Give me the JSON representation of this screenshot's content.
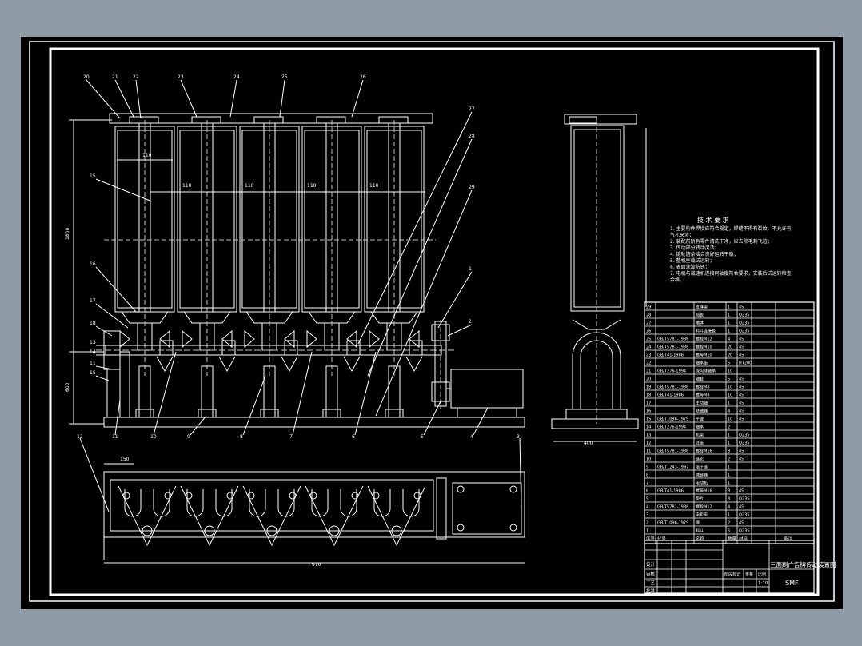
{
  "drawing": {
    "colors": {
      "outer_bg": "#8e9aa6",
      "sheet": "#000000",
      "line": "#ffffff",
      "center_line": "#bfbfbf"
    },
    "leader_labels_top": [
      "20",
      "21",
      "22",
      "23",
      "24",
      "25",
      "26"
    ],
    "leader_labels_right": [
      "27",
      "28",
      "29",
      "1",
      "2"
    ],
    "leader_labels_left": [
      "15",
      "16",
      "17",
      "18",
      "13",
      "14",
      "11",
      "15"
    ],
    "leader_labels_bottom": [
      "11",
      "10",
      "9",
      "8",
      "7",
      "6",
      "5",
      "4"
    ],
    "plan_labels": [
      "12",
      "3"
    ],
    "dimensions": {
      "height_left": "1800",
      "height_lower": "600",
      "pitch_label": "110",
      "width_bottom": "910",
      "plan_offset": "150",
      "side_width": "400"
    },
    "tech_requirements": {
      "title": "技 术 要 求",
      "lines": [
        "1. 主要构件焊接应符合规定，焊缝不得有裂纹、不允许有",
        "   气孔夹渣；",
        "2. 装配前所有零件清洗干净，应去除毛刺飞边；",
        "3. 传动部分转动灵活；",
        "4. 链轮链条啮合良好运转平稳；",
        "5. 整机空载试运转；",
        "6. 表面涂漆防锈；",
        "7. 电机与减速机连接同轴度符合要求，安装后试运转检查",
        "   合格。"
      ]
    },
    "bom": {
      "rows": [
        {
          "no": "29",
          "code": "",
          "name": "支撑架",
          "qty": "1",
          "mat": "45"
        },
        {
          "no": "28",
          "code": "",
          "name": "挡板",
          "qty": "1",
          "mat": "Q235"
        },
        {
          "no": "27",
          "code": "",
          "name": "槽体",
          "qty": "1",
          "mat": "Q235"
        },
        {
          "no": "26",
          "code": "",
          "name": "料斗连接板",
          "qty": "1",
          "mat": "Q235"
        },
        {
          "no": "25",
          "code": "GB/T5781-1986",
          "name": "螺栓M12",
          "qty": "4",
          "mat": "45"
        },
        {
          "no": "24",
          "code": "GB/T5781-1986",
          "name": "螺栓M10",
          "qty": "20",
          "mat": "45"
        },
        {
          "no": "23",
          "code": "GB/T41-1986",
          "name": "螺母M10",
          "qty": "20",
          "mat": "45"
        },
        {
          "no": "22",
          "code": "",
          "name": "轴承座",
          "qty": "5",
          "mat": "HT200"
        },
        {
          "no": "21",
          "code": "GB/T276-1994",
          "name": "深沟球轴承",
          "qty": "10",
          "mat": ""
        },
        {
          "no": "20",
          "code": "",
          "name": "轴套",
          "qty": "5",
          "mat": "45"
        },
        {
          "no": "19",
          "code": "GB/T5781-1986",
          "name": "螺栓M8",
          "qty": "10",
          "mat": "45"
        },
        {
          "no": "18",
          "code": "GB/T41-1986",
          "name": "螺母M8",
          "qty": "10",
          "mat": "45"
        },
        {
          "no": "17",
          "code": "",
          "name": "主动轴",
          "qty": "1",
          "mat": "45"
        },
        {
          "no": "16",
          "code": "",
          "name": "联轴器",
          "qty": "4",
          "mat": "45"
        },
        {
          "no": "15",
          "code": "GB/T1096-1979",
          "name": "平键",
          "qty": "10",
          "mat": "45"
        },
        {
          "no": "14",
          "code": "GB/T276-1994",
          "name": "轴承",
          "qty": "2",
          "mat": ""
        },
        {
          "no": "13",
          "code": "",
          "name": "机架",
          "qty": "1",
          "mat": "Q235"
        },
        {
          "no": "12",
          "code": "",
          "name": "底座",
          "qty": "1",
          "mat": "Q235"
        },
        {
          "no": "11",
          "code": "GB/T5781-1986",
          "name": "螺栓M16",
          "qty": "8",
          "mat": "45"
        },
        {
          "no": "10",
          "code": "",
          "name": "链轮",
          "qty": "2",
          "mat": "45"
        },
        {
          "no": "9",
          "code": "GB/T1243-1997",
          "name": "滚子链",
          "qty": "1",
          "mat": ""
        },
        {
          "no": "8",
          "code": "",
          "name": "减速器",
          "qty": "1",
          "mat": ""
        },
        {
          "no": "7",
          "code": "",
          "name": "电动机",
          "qty": "1",
          "mat": ""
        },
        {
          "no": "6",
          "code": "GB/T41-1986",
          "name": "螺母M16",
          "qty": "8",
          "mat": "45"
        },
        {
          "no": "5",
          "code": "",
          "name": "垫片",
          "qty": "8",
          "mat": "Q235"
        },
        {
          "no": "4",
          "code": "GB/T5781-1986",
          "name": "螺栓M12",
          "qty": "4",
          "mat": "45"
        },
        {
          "no": "3",
          "code": "",
          "name": "电机座",
          "qty": "1",
          "mat": "Q235"
        },
        {
          "no": "2",
          "code": "GB/T1096-1979",
          "name": "键",
          "qty": "2",
          "mat": "45"
        },
        {
          "no": "1",
          "code": "",
          "name": "料斗",
          "qty": "5",
          "mat": "Q235"
        }
      ],
      "header": [
        "序号",
        "代号",
        "名称",
        "数量",
        "材料",
        "备注"
      ]
    },
    "title_block": {
      "drawing_title": "三面刷广告牌传动装置图",
      "labels": [
        "设计",
        "审核",
        "工艺",
        "批准"
      ],
      "scale": "1:10",
      "sheet": "SMF",
      "cols": [
        "阶段标记",
        "重量",
        "比例"
      ]
    }
  }
}
